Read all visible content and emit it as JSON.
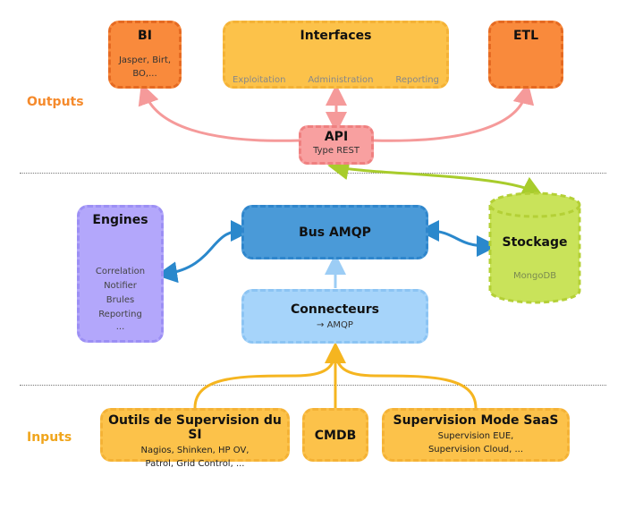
{
  "labels": {
    "outputs": "Outputs",
    "inputs": "Inputs"
  },
  "bi": {
    "title": "BI",
    "lines": [
      "Jasper, Birt,",
      "BO,..."
    ]
  },
  "interfaces": {
    "title": "Interfaces",
    "items": [
      "Exploitation",
      "Administration",
      "Reporting"
    ]
  },
  "etl": {
    "title": "ETL"
  },
  "api": {
    "title": "API",
    "subtitle": "Type REST"
  },
  "engines": {
    "title": "Engines",
    "items": [
      "Correlation",
      "Notifier",
      "Brules",
      "Reporting",
      "..."
    ]
  },
  "bus": {
    "title": "Bus AMQP"
  },
  "stockage": {
    "title": "Stockage",
    "subtitle": "MongoDB"
  },
  "connecteurs": {
    "title": "Connecteurs",
    "subtitle": "→ AMQP"
  },
  "outils": {
    "title": "Outils de Supervision du SI",
    "lines": [
      "Nagios, Shinken, HP OV,",
      "Patrol, Grid Control, ..."
    ]
  },
  "cmdb": {
    "title": "CMDB"
  },
  "saas": {
    "title": "Supervision Mode SaaS",
    "lines": [
      "Supervision EUE,",
      "Supervision Cloud, ..."
    ]
  },
  "colors": {
    "orange": "#f98a3c",
    "yellow": "#fcc24a",
    "pink": "#f8a0a0",
    "purple": "#b3a7fb",
    "blue": "#4a9ad8",
    "lightblue": "#a6d4fa",
    "green": "#c9e35a"
  }
}
